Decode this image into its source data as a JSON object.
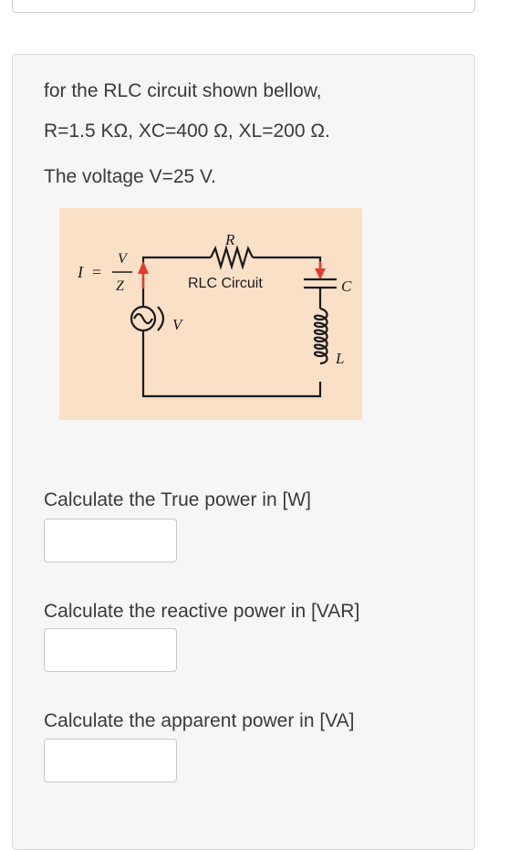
{
  "problem": {
    "line1": "for the RLC circuit shown bellow,",
    "line2": "R=1.5 KΩ, XC=400 Ω, XL=200 Ω.",
    "line3": "The voltage V=25 V."
  },
  "diagram": {
    "label_I": "I",
    "label_eq": "=",
    "label_V": "V",
    "label_Z": "Z",
    "label_R": "R",
    "label_title": "RLC Circuit",
    "label_C": "C",
    "label_L": "L",
    "label_source_V": "V",
    "colors": {
      "background": "#fbe0c8",
      "arrow": "#e8372f",
      "wire": "#1a1a1a"
    }
  },
  "questions": [
    {
      "text": "Calculate the True power in [W]",
      "value": "",
      "placeholder": ""
    },
    {
      "text": "Calculate the reactive power in [VAR]",
      "value": "",
      "placeholder": ""
    },
    {
      "text": "Calculate the apparent power in [VA]",
      "value": "",
      "placeholder": ""
    }
  ]
}
